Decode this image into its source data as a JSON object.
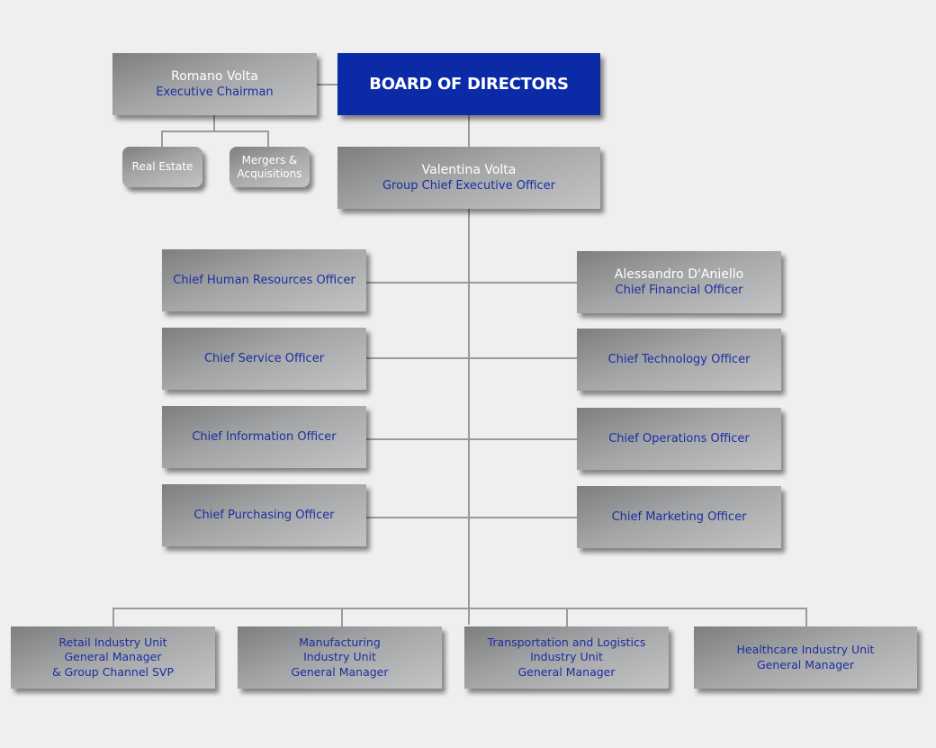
{
  "board": {
    "label": "BOARD OF DIRECTORS"
  },
  "chairman": {
    "name": "Romano  Volta",
    "title": "Executive  Chairman"
  },
  "chairman_units": [
    "Real Estate",
    "Mergers &",
    "Acquisitions"
  ],
  "ceo": {
    "name": "Valentina  Volta",
    "title": "Group  Chief  Executive  Officer"
  },
  "left_officers": [
    "Chief  Human  Resources  Officer",
    "Chief  Service  Officer",
    "Chief  Information  Officer",
    "Chief  Purchasing  Officer"
  ],
  "cfo": {
    "name": "Alessandro  D'Aniello",
    "title": "Chief  Financial  Officer"
  },
  "right_officers": [
    "Chief  Technology  Officer",
    "Chief  Operations  Officer",
    "Chief  Marketing  Officer"
  ],
  "units": [
    [
      "Retail Industry  Unit",
      "General Manager",
      "& Group Channel  SVP"
    ],
    [
      "Manufacturing",
      "Industry  Unit",
      "General Manager"
    ],
    [
      "Transportation  and Logistics",
      "Industry  Unit",
      "General Manager"
    ],
    [
      "Healthcare Industry Unit",
      "General Manager"
    ]
  ]
}
